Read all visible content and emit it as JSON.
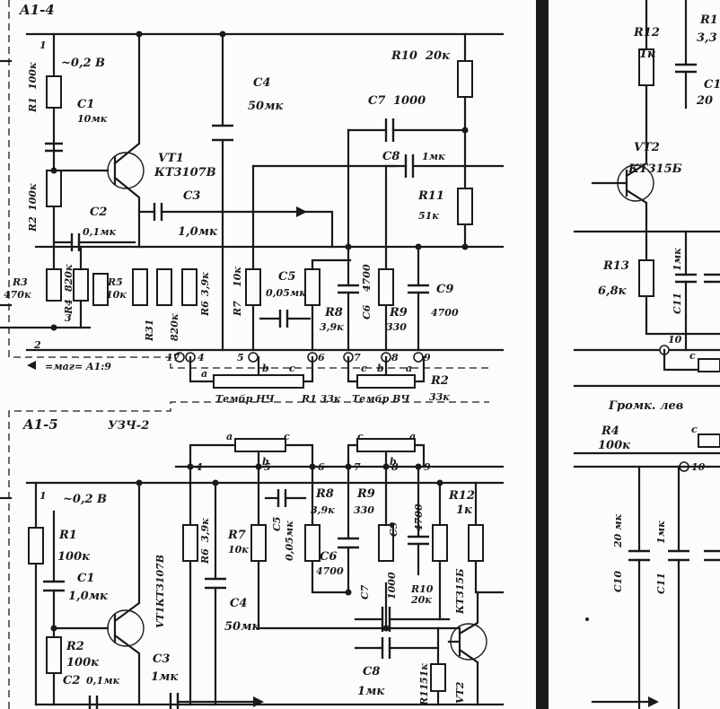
{
  "modules": {
    "top": {
      "id": "A1-4",
      "input_signal": "~0,2 B",
      "magnetophone": "=маг= A1:9",
      "components": {
        "R1": {
          "name": "R1",
          "value": "100к"
        },
        "C1": {
          "name": "C1",
          "value": "10мк"
        },
        "VT1": {
          "name": "VT1",
          "value": "КТ3107В"
        },
        "R2": {
          "name": "R2",
          "value": "100к"
        },
        "C2": {
          "name": "C2",
          "value": "0,1мк"
        },
        "C3": {
          "name": "C3",
          "value": "1,0мк"
        },
        "C4": {
          "name": "C4",
          "value": "50мк"
        },
        "R3": {
          "name": "R3",
          "value": "470к"
        },
        "R4": {
          "name": "R4",
          "value": "820к"
        },
        "R5": {
          "name": "R5",
          "value": "10к"
        },
        "R31": {
          "name": "R31",
          "value": "820к"
        },
        "R6": {
          "name": "R6",
          "value": "3,9к"
        },
        "R7": {
          "name": "R7",
          "value": "10к"
        },
        "C5": {
          "name": "C5",
          "value": "0,05мк"
        },
        "R8": {
          "name": "R8",
          "value": "3,9к"
        },
        "C6": {
          "name": "C6",
          "value": "4700"
        },
        "R9": {
          "name": "R9",
          "value": "330"
        },
        "C9": {
          "name": "C9",
          "value": "4700"
        },
        "R10": {
          "name": "R10",
          "value": "20к"
        },
        "C7": {
          "name": "C7",
          "value": "1000"
        },
        "C8": {
          "name": "C8",
          "value": "1мк"
        },
        "R11": {
          "name": "R11",
          "value": "51к"
        }
      },
      "pins": [
        "1",
        "2",
        "3",
        "17",
        "4",
        "5",
        "6",
        "7",
        "8",
        "9"
      ]
    },
    "tone": {
      "bass_label": "Тембр НЧ",
      "r1": "R1 33к",
      "treble_label": "Тембр ВЧ",
      "r2_name": "R2",
      "r2_value": "33к",
      "a": "a",
      "b": "b",
      "c": "c"
    },
    "bottom": {
      "id": "A1-5",
      "ref": "УЗЧ-2",
      "input_signal": "~0,2 B",
      "components": {
        "R1": {
          "name": "R1",
          "value": "100к"
        },
        "C1": {
          "name": "C1",
          "value": "1,0мк"
        },
        "R2": {
          "name": "R2",
          "value": "100к"
        },
        "C2": {
          "name": "C2",
          "value": "0,1мк"
        },
        "VT1": {
          "name": "VT1",
          "value": "КТ3107В"
        },
        "C3": {
          "name": "C3",
          "value": "1мк"
        },
        "R6": {
          "name": "R6",
          "value": "3,9к"
        },
        "C4": {
          "name": "C4",
          "value": "50мк"
        },
        "R7": {
          "name": "R7",
          "value": "10к"
        },
        "C5": {
          "name": "C5",
          "value": "0,05мк"
        },
        "R8": {
          "name": "R8",
          "value": "3,9к"
        },
        "C6": {
          "name": "C6",
          "value": "4700"
        },
        "R9": {
          "name": "R9",
          "value": "330"
        },
        "C9": {
          "name": "C9",
          "value": "4700"
        },
        "R12": {
          "name": "R12",
          "value": "1к"
        },
        "C7": {
          "name": "C7",
          "value": "1000"
        },
        "R10": {
          "name": "R10",
          "value": "20к"
        },
        "VT2": {
          "name": "VT2",
          "value": "КТ315Б"
        },
        "C8": {
          "name": "C8",
          "value": "1мк"
        },
        "R11": {
          "name": "R11",
          "value": "51к"
        }
      },
      "pins": [
        "1",
        "4",
        "5",
        "6",
        "7",
        "8",
        "9"
      ]
    },
    "right": {
      "components": {
        "R12": {
          "name": "R12",
          "value": "1к"
        },
        "R1x": {
          "name": "R1",
          "value": "3,3"
        },
        "C1x": {
          "name": "C1",
          "value": "20"
        },
        "VT2": {
          "name": "VT2",
          "value": "КТ315Б"
        },
        "R13": {
          "name": "R13",
          "value": "6,8к"
        },
        "C11": {
          "name": "C11",
          "value": "1мк"
        },
        "R4": {
          "name": "R4",
          "value": "100к"
        },
        "C10": {
          "name": "C10",
          "value": "20 мк"
        },
        "C11b": {
          "name": "C11",
          "value": "1мк"
        }
      },
      "vol_label": "Громк. лев",
      "pins": [
        "10",
        "10"
      ],
      "c": "c"
    }
  }
}
